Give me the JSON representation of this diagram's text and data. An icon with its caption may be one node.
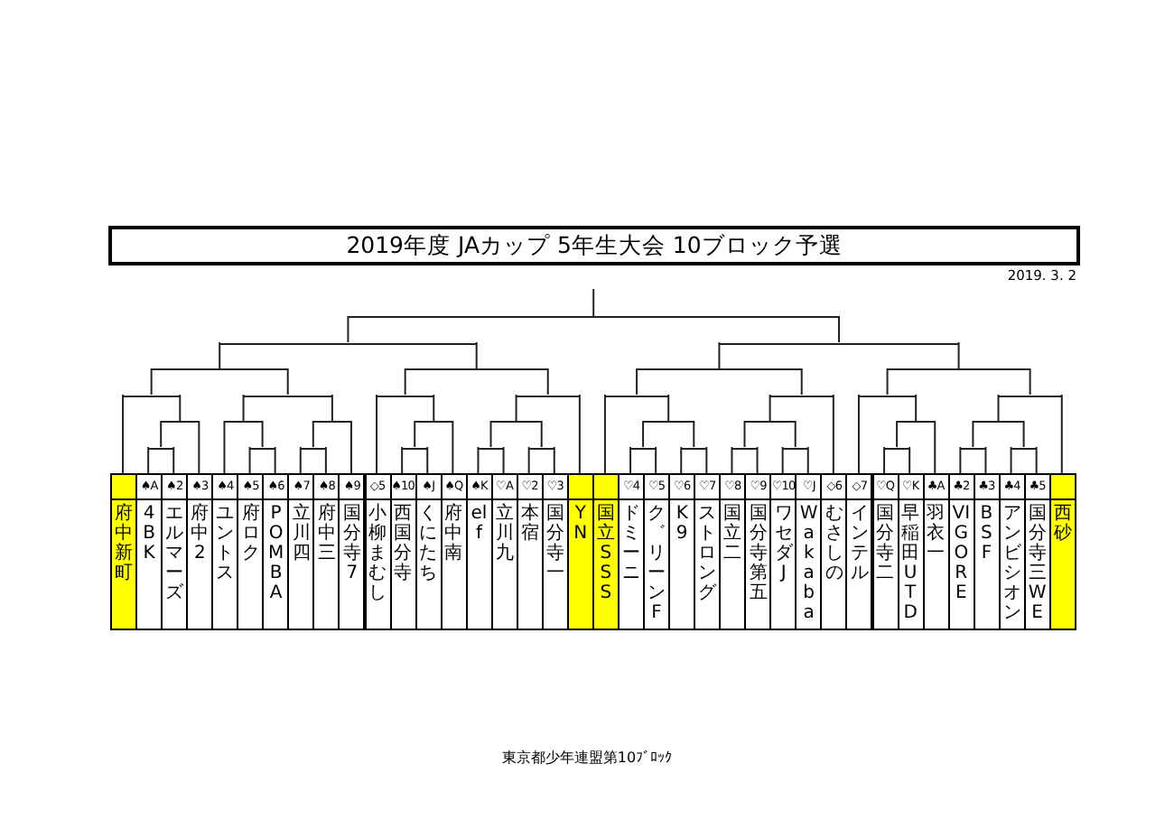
{
  "diagram": {
    "title": "2019年度 JAカップ 5年生大会 10ブロック予選",
    "nodes": [
      {
        "text": [
          "府中新町"
        ]
      },
      {
        "text": [
          "♠A",
          "4BK"
        ]
      },
      {
        "text": [
          "♠2",
          "エルマーズ"
        ]
      },
      {
        "text": [
          "♠3",
          "府中2"
        ]
      },
      {
        "text": [
          "♠4",
          "ユントス"
        ]
      },
      {
        "text": [
          "♠5",
          "府ロク"
        ]
      },
      {
        "text": [
          "♠6",
          "POMBA"
        ]
      },
      {
        "text": [
          "♠7",
          "立川四"
        ]
      },
      {
        "text": [
          "♠8",
          "府中三"
        ]
      },
      {
        "text": [
          "♠9",
          "国分寺7"
        ]
      },
      {
        "text": [
          "◇5",
          "小柳まむし"
        ]
      },
      {
        "text": [
          "♠10",
          "西国分寺"
        ]
      },
      {
        "text": [
          "♠J",
          "くにたち"
        ]
      },
      {
        "text": [
          "♠Q",
          "府中南"
        ]
      },
      {
        "text": [
          "♠K",
          "elf"
        ]
      },
      {
        "text": [
          "♡A",
          "立川九"
        ]
      },
      {
        "text": [
          "♡2",
          "本宿"
        ]
      },
      {
        "text": [
          "♡3",
          "国分寺一"
        ]
      },
      {
        "text": [
          "YN"
        ]
      },
      {
        "text": [
          "国立SSS"
        ]
      },
      {
        "text": [
          "♡4",
          "ドミーニ"
        ]
      },
      {
        "text": [
          "♡5",
          "ク゛リーンF"
        ]
      },
      {
        "text": [
          "♡6",
          "K9"
        ]
      },
      {
        "text": [
          "♡7",
          "ストロング"
        ]
      },
      {
        "text": [
          "♡8",
          "国立二"
        ]
      },
      {
        "text": [
          "♡9",
          "国分寺第五"
        ]
      },
      {
        "text": [
          "♡10",
          "ワセダJ"
        ]
      },
      {
        "text": [
          "♡J",
          "Wakaba"
        ]
      },
      {
        "text": [
          "◇6",
          "むさしの"
        ]
      },
      {
        "text": [
          "◇7",
          "インテル"
        ]
      },
      {
        "text": [
          "♡Q",
          "国分寺二"
        ]
      },
      {
        "text": [
          "♡K",
          "早稲田UTD"
        ]
      },
      {
        "text": [
          "♣A",
          "羽衣一"
        ]
      },
      {
        "text": [
          "♣2",
          "VIGORE"
        ]
      },
      {
        "text": [
          "♣3",
          "BSF"
        ]
      },
      {
        "text": [
          "♣4",
          "アンビシオン"
        ]
      },
      {
        "text": [
          "♣5",
          "国分寺三WE"
        ]
      },
      {
        "text": [
          "西砂"
        ]
      },
      {
        "text": [],
        "shape": "bar"
      },
      {
        "text": [],
        "shape": "bar"
      },
      {
        "text": [],
        "shape": "bar"
      },
      {
        "text": [],
        "shape": "bar"
      },
      {
        "text": [],
        "shape": "bar"
      },
      {
        "text": [],
        "shape": "bar"
      },
      {
        "text": [],
        "shape": "bar"
      },
      {
        "text": [],
        "shape": "bar"
      },
      {
        "text": [],
        "shape": "bar"
      },
      {
        "text": [],
        "shape": "bar"
      },
      {
        "text": [],
        "shape": "bar"
      },
      {
        "text": [],
        "shape": "bar"
      },
      {
        "text": [],
        "shape": "bar"
      },
      {
        "text": [],
        "shape": "bar"
      },
      {
        "text": [],
        "shape": "bar"
      },
      {
        "text": [],
        "shape": "bar"
      },
      {
        "text": [],
        "shape": "bar"
      },
      {
        "text": [],
        "shape": "bar"
      },
      {
        "text": [],
        "shape": "bar"
      },
      {
        "text": [],
        "shape": "bar"
      },
      {
        "text": [],
        "shape": "bar"
      },
      {
        "text": [],
        "shape": "bar"
      },
      {
        "text": [],
        "shape": "bar"
      },
      {
        "text": [],
        "shape": "bar"
      },
      {
        "text": [],
        "shape": "bar"
      },
      {
        "text": [],
        "shape": "bar"
      },
      {
        "text": [],
        "shape": "bar"
      },
      {
        "text": [],
        "shape": "bar"
      },
      {
        "text": [],
        "shape": "bar"
      },
      {
        "text": [],
        "shape": "bar"
      },
      {
        "text": [],
        "shape": "bar"
      },
      {
        "text": [],
        "shape": "bar"
      },
      {
        "text": [],
        "shape": "bar"
      },
      {
        "text": [],
        "shape": "bar"
      },
      {
        "text": [],
        "shape": "bar"
      },
      {
        "text": [],
        "shape": "bar"
      },
      {
        "text": [],
        "shape": "bar"
      }
    ],
    "edges": [
      {
        "from": 38,
        "to": null,
        "arrow": "none"
      },
      {
        "from": 39,
        "to": 38,
        "arrow": "none"
      },
      {
        "from": 40,
        "to": 38,
        "arrow": "none"
      },
      {
        "from": 41,
        "to": 39,
        "arrow": "none"
      },
      {
        "from": 42,
        "to": 39,
        "arrow": "none"
      },
      {
        "from": 43,
        "to": 40,
        "arrow": "none"
      },
      {
        "from": 44,
        "to": 40,
        "arrow": "none"
      },
      {
        "from": 45,
        "to": 41,
        "arrow": "none"
      },
      {
        "from": 46,
        "to": 41,
        "arrow": "none"
      },
      {
        "from": 47,
        "to": 42,
        "arrow": "none"
      },
      {
        "from": 48,
        "to": 42,
        "arrow": "none"
      },
      {
        "from": 49,
        "to": 43,
        "arrow": "none"
      },
      {
        "from": 50,
        "to": 43,
        "arrow": "none"
      },
      {
        "from": 51,
        "to": 44,
        "arrow": "none"
      },
      {
        "from": 52,
        "to": 44,
        "arrow": "none"
      },
      {
        "from": 0,
        "to": 45,
        "arrow": "none"
      },
      {
        "from": 53,
        "to": 45,
        "arrow": "none"
      },
      {
        "from": 54,
        "to": 46,
        "arrow": "none"
      },
      {
        "from": 55,
        "to": 46,
        "arrow": "none"
      },
      {
        "from": 10,
        "to": 47,
        "arrow": "none"
      },
      {
        "from": 56,
        "to": 47,
        "arrow": "none"
      },
      {
        "from": 57,
        "to": 48,
        "arrow": "none"
      },
      {
        "from": 18,
        "to": 48,
        "arrow": "none"
      },
      {
        "from": 19,
        "to": 49,
        "arrow": "none"
      },
      {
        "from": 58,
        "to": 49,
        "arrow": "none"
      },
      {
        "from": 59,
        "to": 50,
        "arrow": "none"
      },
      {
        "from": 28,
        "to": 50,
        "arrow": "none"
      },
      {
        "from": 29,
        "to": 51,
        "arrow": "none"
      },
      {
        "from": 60,
        "to": 51,
        "arrow": "none"
      },
      {
        "from": 61,
        "to": 52,
        "arrow": "none"
      },
      {
        "from": 37,
        "to": 52,
        "arrow": "none"
      },
      {
        "from": 62,
        "to": 53,
        "arrow": "none"
      },
      {
        "from": 3,
        "to": 53,
        "arrow": "none"
      },
      {
        "from": 4,
        "to": 54,
        "arrow": "none"
      },
      {
        "from": 63,
        "to": 54,
        "arrow": "none"
      },
      {
        "from": 64,
        "to": 55,
        "arrow": "none"
      },
      {
        "from": 9,
        "to": 55,
        "arrow": "none"
      },
      {
        "from": 65,
        "to": 56,
        "arrow": "none"
      },
      {
        "from": 13,
        "to": 56,
        "arrow": "none"
      },
      {
        "from": 66,
        "to": 57,
        "arrow": "none"
      },
      {
        "from": 67,
        "to": 57,
        "arrow": "none"
      },
      {
        "from": 68,
        "to": 58,
        "arrow": "none"
      },
      {
        "from": 69,
        "to": 58,
        "arrow": "none"
      },
      {
        "from": 70,
        "to": 59,
        "arrow": "none"
      },
      {
        "from": 71,
        "to": 59,
        "arrow": "none"
      },
      {
        "from": 72,
        "to": 60,
        "arrow": "none"
      },
      {
        "from": 32,
        "to": 60,
        "arrow": "none"
      },
      {
        "from": 73,
        "to": 61,
        "arrow": "none"
      },
      {
        "from": 74,
        "to": 61,
        "arrow": "none"
      },
      {
        "from": 1,
        "to": 62,
        "arrow": "none"
      },
      {
        "from": 2,
        "to": 62,
        "arrow": "none"
      },
      {
        "from": 5,
        "to": 63,
        "arrow": "none"
      },
      {
        "from": 6,
        "to": 63,
        "arrow": "none"
      },
      {
        "from": 7,
        "to": 64,
        "arrow": "none"
      },
      {
        "from": 8,
        "to": 64,
        "arrow": "none"
      },
      {
        "from": 11,
        "to": 65,
        "arrow": "none"
      },
      {
        "from": 12,
        "to": 65,
        "arrow": "none"
      },
      {
        "from": 14,
        "to": 66,
        "arrow": "none"
      },
      {
        "from": 15,
        "to": 66,
        "arrow": "none"
      },
      {
        "from": 16,
        "to": 67,
        "arrow": "none"
      },
      {
        "from": 17,
        "to": 67,
        "arrow": "none"
      },
      {
        "from": 20,
        "to": 68,
        "arrow": "none"
      },
      {
        "from": 21,
        "to": 68,
        "arrow": "none"
      },
      {
        "from": 22,
        "to": 69,
        "arrow": "none"
      },
      {
        "from": 23,
        "to": 69,
        "arrow": "none"
      },
      {
        "from": 24,
        "to": 70,
        "arrow": "none"
      },
      {
        "from": 25,
        "to": 70,
        "arrow": "none"
      },
      {
        "from": 26,
        "to": 71,
        "arrow": "none"
      },
      {
        "from": 27,
        "to": 71,
        "arrow": "none"
      },
      {
        "from": 30,
        "to": 72,
        "arrow": "none"
      },
      {
        "from": 31,
        "to": 72,
        "arrow": "none"
      },
      {
        "from": 33,
        "to": 73,
        "arrow": "none"
      },
      {
        "from": 34,
        "to": 73,
        "arrow": "none"
      },
      {
        "from": 35,
        "to": 74,
        "arrow": "none"
      },
      {
        "from": 36,
        "to": 74,
        "arrow": "none"
      }
    ],
    "labels": [
      "2019. 3. 2",
      "東京都少年連盟第10ﾌﾞﾛｯｸ"
    ]
  }
}
